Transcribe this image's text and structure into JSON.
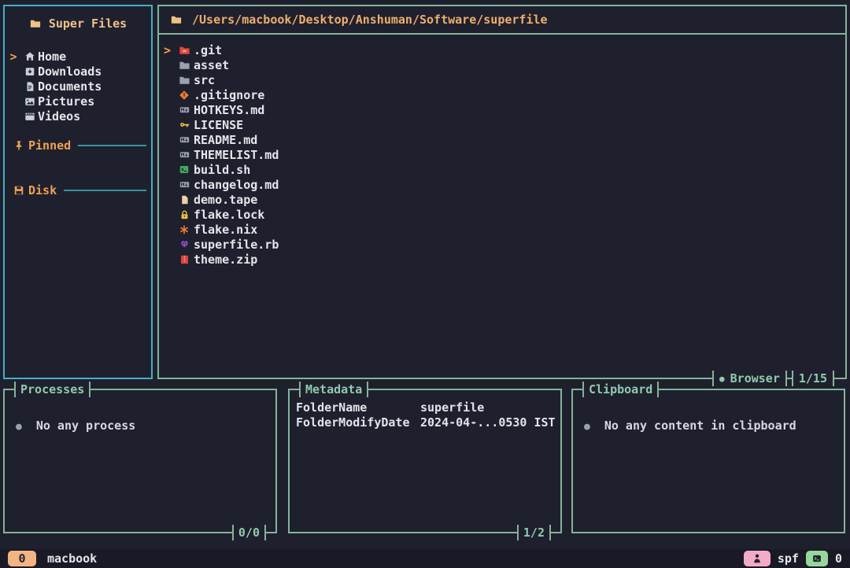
{
  "colors": {
    "background": "#1f202e",
    "sidebar_border": "#46aec6",
    "panel_border": "#84b39b",
    "panel_title_text": "#8fcbab",
    "accent_orange": "#efa14f",
    "accent_tan": "#f2c189",
    "path_text": "#efae6a",
    "text": "#e4e6ea",
    "chip_peach": "#f2b483",
    "chip_pink": "#f2abc6",
    "chip_green": "#98d79b"
  },
  "sidebar": {
    "title": "Super Files",
    "title_icon": "folder-icon",
    "items": [
      {
        "label": "Home",
        "icon": "home-icon",
        "selected": true
      },
      {
        "label": "Downloads",
        "icon": "downloads-icon",
        "selected": false
      },
      {
        "label": "Documents",
        "icon": "documents-icon",
        "selected": false
      },
      {
        "label": "Pictures",
        "icon": "pictures-icon",
        "selected": false
      },
      {
        "label": "Videos",
        "icon": "videos-icon",
        "selected": false
      }
    ],
    "sections": [
      {
        "label": "Pinned",
        "icon": "pin-icon"
      },
      {
        "label": "Disk",
        "icon": "disk-icon"
      }
    ]
  },
  "main": {
    "path": "/Users/macbook/Desktop/Anshuman/Software/superfile",
    "path_icon": "folder-icon",
    "files": [
      {
        "name": ".git",
        "icon": "folder-git-icon",
        "selected": true
      },
      {
        "name": "asset",
        "icon": "folder-icon",
        "selected": false
      },
      {
        "name": "src",
        "icon": "folder-icon",
        "selected": false
      },
      {
        "name": ".gitignore",
        "icon": "git-icon",
        "selected": false
      },
      {
        "name": "HOTKEYS.md",
        "icon": "markdown-icon",
        "selected": false
      },
      {
        "name": "LICENSE",
        "icon": "key-icon",
        "selected": false
      },
      {
        "name": "README.md",
        "icon": "markdown-icon",
        "selected": false
      },
      {
        "name": "THEMELIST.md",
        "icon": "markdown-icon",
        "selected": false
      },
      {
        "name": "build.sh",
        "icon": "shell-icon",
        "selected": false
      },
      {
        "name": "changelog.md",
        "icon": "markdown-icon",
        "selected": false
      },
      {
        "name": "demo.tape",
        "icon": "file-icon",
        "selected": false
      },
      {
        "name": "flake.lock",
        "icon": "lock-icon",
        "selected": false
      },
      {
        "name": "flake.nix",
        "icon": "nix-icon",
        "selected": false
      },
      {
        "name": "superfile.rb",
        "icon": "ruby-icon",
        "selected": false
      },
      {
        "name": "theme.zip",
        "icon": "zip-icon",
        "selected": false
      }
    ],
    "status": {
      "label": "Browser",
      "dot_icon": "green-dot-icon",
      "counter": "1/15"
    }
  },
  "panels": {
    "processes": {
      "title": "Processes",
      "empty_text": "No any process",
      "counter": "0/0"
    },
    "metadata": {
      "title": "Metadata",
      "rows": [
        {
          "key": "FolderName",
          "value": "superfile"
        },
        {
          "key": "FolderModifyDate",
          "value": "2024-04-...0530 IST"
        }
      ],
      "counter": "1/2"
    },
    "clipboard": {
      "title": "Clipboard",
      "empty_text": "No any content in clipboard"
    }
  },
  "statusbar": {
    "exit_code": "0",
    "host": "macbook",
    "logo_icon": "person-icon",
    "app_label": "spf",
    "terminal_icon": "terminal-icon",
    "right_count": "0"
  }
}
